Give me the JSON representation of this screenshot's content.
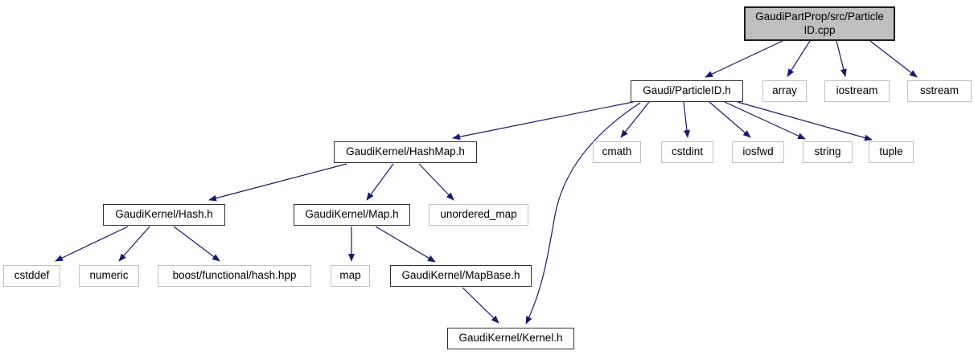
{
  "diagram": {
    "kind": "doxygen-include-dependency-graph",
    "colors": {
      "edge": "#191970",
      "main_fill": "#bfbfbf",
      "main_border": "#1c1c1c",
      "linked_border": "#2f2f2f",
      "plain_border": "#c0c0c0",
      "background": "#ffffff"
    },
    "nodes": [
      {
        "id": "particleid_cpp",
        "label": "GaudiPartProp/src/Particle\nID.cpp",
        "kind": "main"
      },
      {
        "id": "particleid_h",
        "label": "Gaudi/ParticleID.h",
        "kind": "linked"
      },
      {
        "id": "array",
        "label": "array",
        "kind": "plain"
      },
      {
        "id": "iostream",
        "label": "iostream",
        "kind": "plain"
      },
      {
        "id": "sstream",
        "label": "sstream",
        "kind": "plain"
      },
      {
        "id": "hashmap_h",
        "label": "GaudiKernel/HashMap.h",
        "kind": "linked"
      },
      {
        "id": "cmath",
        "label": "cmath",
        "kind": "plain"
      },
      {
        "id": "cstdint",
        "label": "cstdint",
        "kind": "plain"
      },
      {
        "id": "iosfwd",
        "label": "iosfwd",
        "kind": "plain"
      },
      {
        "id": "string",
        "label": "string",
        "kind": "plain"
      },
      {
        "id": "tuple",
        "label": "tuple",
        "kind": "plain"
      },
      {
        "id": "hash_h",
        "label": "GaudiKernel/Hash.h",
        "kind": "linked"
      },
      {
        "id": "map_h",
        "label": "GaudiKernel/Map.h",
        "kind": "linked"
      },
      {
        "id": "unordered_map",
        "label": "unordered_map",
        "kind": "plain"
      },
      {
        "id": "cstddef",
        "label": "cstddef",
        "kind": "plain"
      },
      {
        "id": "numeric",
        "label": "numeric",
        "kind": "plain"
      },
      {
        "id": "boost_hash",
        "label": "boost/functional/hash.hpp",
        "kind": "plain"
      },
      {
        "id": "map",
        "label": "map",
        "kind": "plain"
      },
      {
        "id": "mapbase_h",
        "label": "GaudiKernel/MapBase.h",
        "kind": "linked"
      },
      {
        "id": "kernel_h",
        "label": "GaudiKernel/Kernel.h",
        "kind": "linked"
      }
    ],
    "edges": [
      {
        "from": "particleid_cpp",
        "to": "particleid_h"
      },
      {
        "from": "particleid_cpp",
        "to": "array"
      },
      {
        "from": "particleid_cpp",
        "to": "iostream"
      },
      {
        "from": "particleid_cpp",
        "to": "sstream"
      },
      {
        "from": "particleid_h",
        "to": "hashmap_h"
      },
      {
        "from": "particleid_h",
        "to": "cmath"
      },
      {
        "from": "particleid_h",
        "to": "cstdint"
      },
      {
        "from": "particleid_h",
        "to": "iosfwd"
      },
      {
        "from": "particleid_h",
        "to": "string"
      },
      {
        "from": "particleid_h",
        "to": "tuple"
      },
      {
        "from": "particleid_h",
        "to": "kernel_h"
      },
      {
        "from": "hashmap_h",
        "to": "hash_h"
      },
      {
        "from": "hashmap_h",
        "to": "map_h"
      },
      {
        "from": "hashmap_h",
        "to": "unordered_map"
      },
      {
        "from": "hash_h",
        "to": "cstddef"
      },
      {
        "from": "hash_h",
        "to": "numeric"
      },
      {
        "from": "hash_h",
        "to": "boost_hash"
      },
      {
        "from": "map_h",
        "to": "map"
      },
      {
        "from": "map_h",
        "to": "mapbase_h"
      },
      {
        "from": "mapbase_h",
        "to": "kernel_h"
      }
    ]
  }
}
